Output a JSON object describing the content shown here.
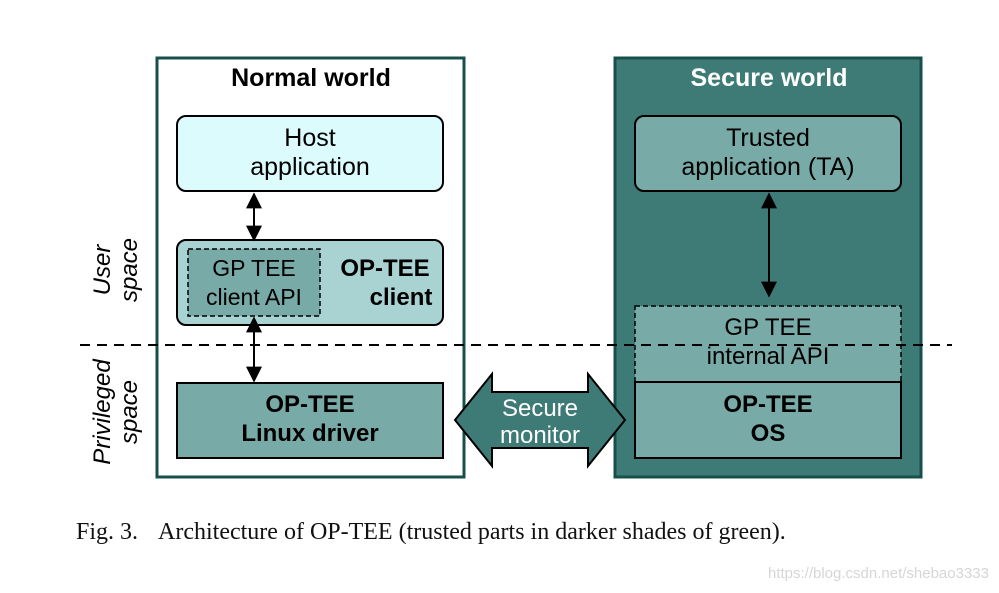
{
  "colors": {
    "frame": "#17504a",
    "secure_bg": "#3f7b76",
    "light_cyan": "#dcfbfd",
    "light_teal": "#a8d3d2",
    "mid_teal": "#78aaa7"
  },
  "normal_world": {
    "title": "Normal world",
    "host_app": [
      "Host",
      "application"
    ],
    "gp_client_api": [
      "GP TEE",
      "client API"
    ],
    "op_tee_client": [
      "OP-TEE",
      "client"
    ],
    "linux_driver": [
      "OP-TEE",
      "Linux driver"
    ]
  },
  "secure_world": {
    "title": "Secure world",
    "trusted_app": [
      "Trusted",
      "application (TA)"
    ],
    "gp_internal_api": [
      "GP TEE",
      "internal API"
    ],
    "os": [
      "OP-TEE",
      "OS"
    ]
  },
  "secure_monitor": [
    "Secure",
    "monitor"
  ],
  "side_labels": {
    "user_space": [
      "User",
      "space"
    ],
    "privileged_space": [
      "Privileged",
      "space"
    ]
  },
  "caption": {
    "label": "Fig. 3.",
    "text": "Architecture of OP-TEE (trusted parts in darker shades of green)."
  },
  "watermark": "https://blog.csdn.net/shebao3333"
}
